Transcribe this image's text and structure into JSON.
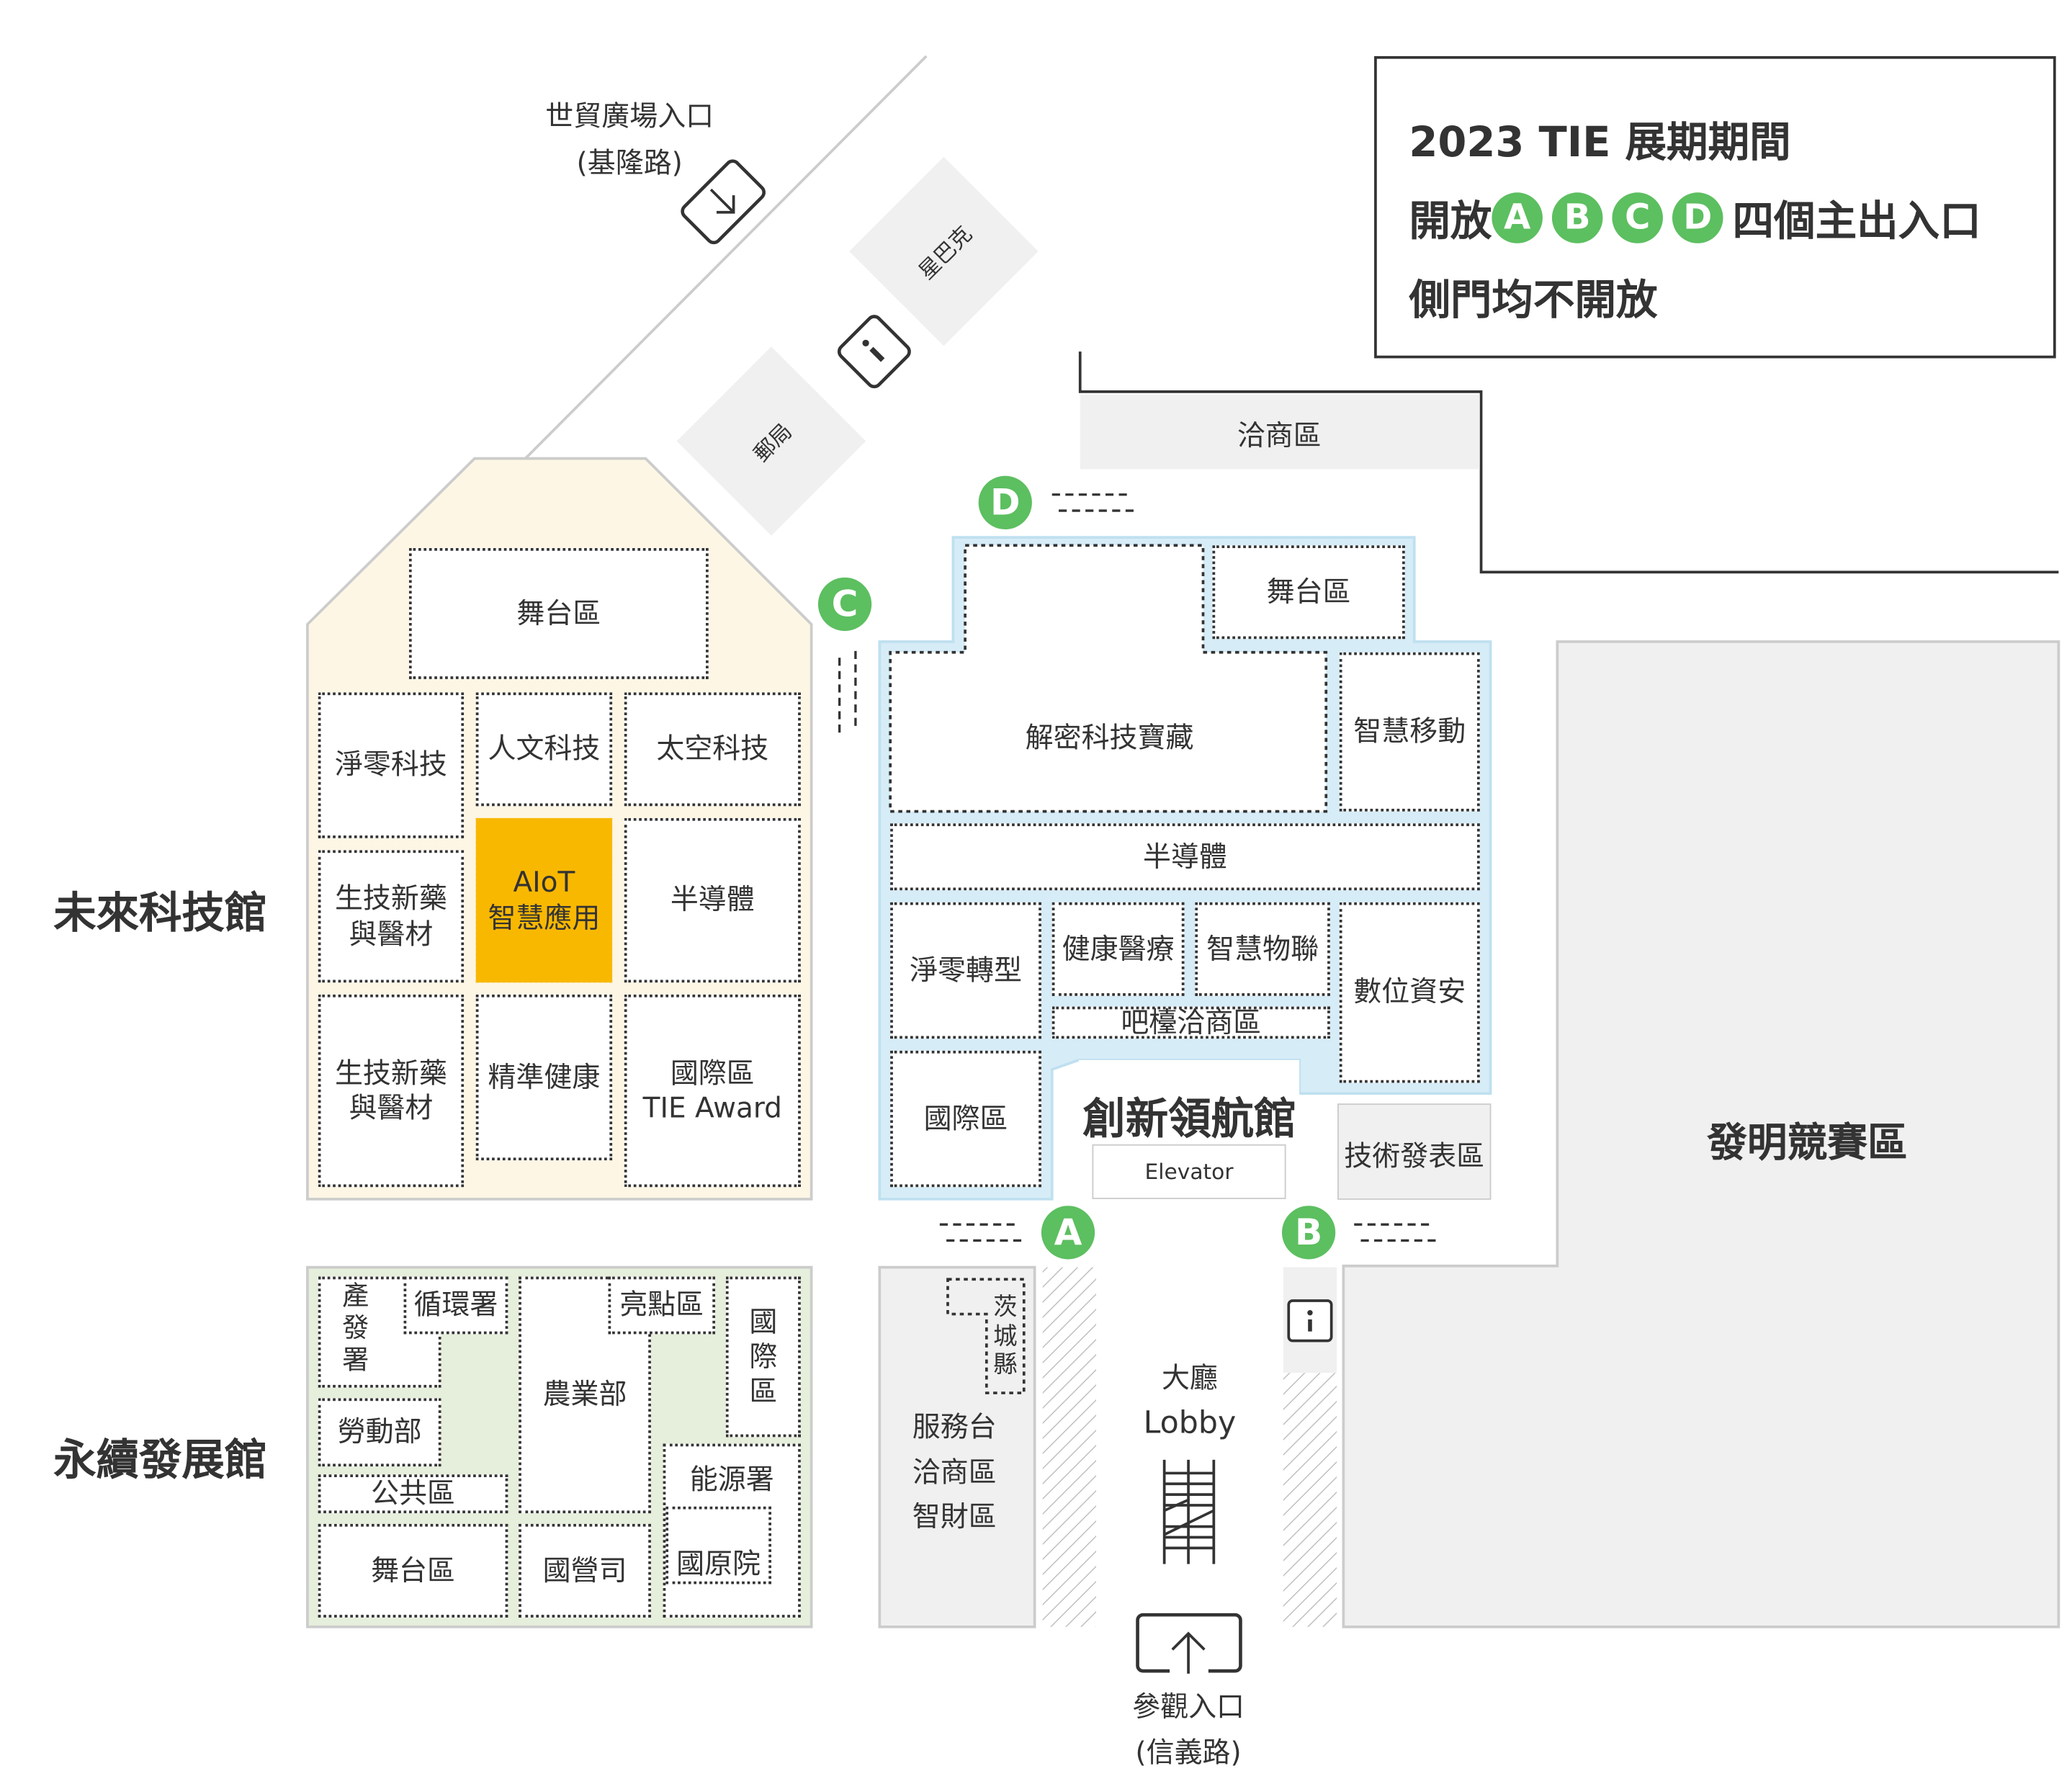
{
  "notice": {
    "line1": "2023 TIE 展期期間",
    "line2_prefix": "開放",
    "entrances": [
      "A",
      "B",
      "C",
      "D"
    ],
    "line2_suffix": "四個主出入口",
    "line3": "側門均不開放"
  },
  "outside": {
    "plaza_entrance": "世貿廣場入口",
    "plaza_road": "(基隆路)",
    "starbucks": "星巴克",
    "post_office": "郵局",
    "business_area_top": "洽商區"
  },
  "future_hall": {
    "name": "未來科技館",
    "stage": "舞台區",
    "zones": [
      "淨零科技",
      "人文科技",
      "太空科技",
      "生技新藥\n與醫材",
      "AIoT\n智慧應用",
      "半導體",
      "生技新藥\n與醫材",
      "精準健康",
      "國際區\nTIE Award"
    ]
  },
  "sustain_hall": {
    "name": "永續發展館",
    "zones": {
      "idb": "產\n發\n署",
      "circular": "循環署",
      "agri": "農業部",
      "highlight": "亮點區",
      "intl": "國\n際\n區",
      "labor": "勞動部",
      "public": "公共區",
      "stage": "舞台區",
      "soe": "國營司",
      "energy": "能源署",
      "inst": "國原院"
    }
  },
  "innovation_hall": {
    "name": "創新領航館",
    "elevator": "Elevator",
    "zones": {
      "stage": "舞台區",
      "treasure": "解密科技寶藏",
      "mobility": "智慧移動",
      "semi": "半導體",
      "netzero": "淨零轉型",
      "health": "健康醫療",
      "iot": "智慧物聯",
      "bar": "吧檯洽商區",
      "security": "數位資安",
      "intl": "國際區",
      "tech_release": "技術發表區"
    }
  },
  "invention": {
    "name": "發明競賽區"
  },
  "lobby": {
    "service": "服務台\n洽商區\n智財區",
    "county": "茨\n城\n縣",
    "name_zh": "大廳",
    "name_en": "Lobby",
    "entrance": "參觀入口",
    "entrance_road": "(信義路)"
  },
  "colors": {
    "green": "#5cbf60",
    "future": "#fdf6e5",
    "sustain": "#e6eedc",
    "innovation": "#d6ecf7",
    "aiot": "#f9b800",
    "grey": "#f0f0f0"
  }
}
